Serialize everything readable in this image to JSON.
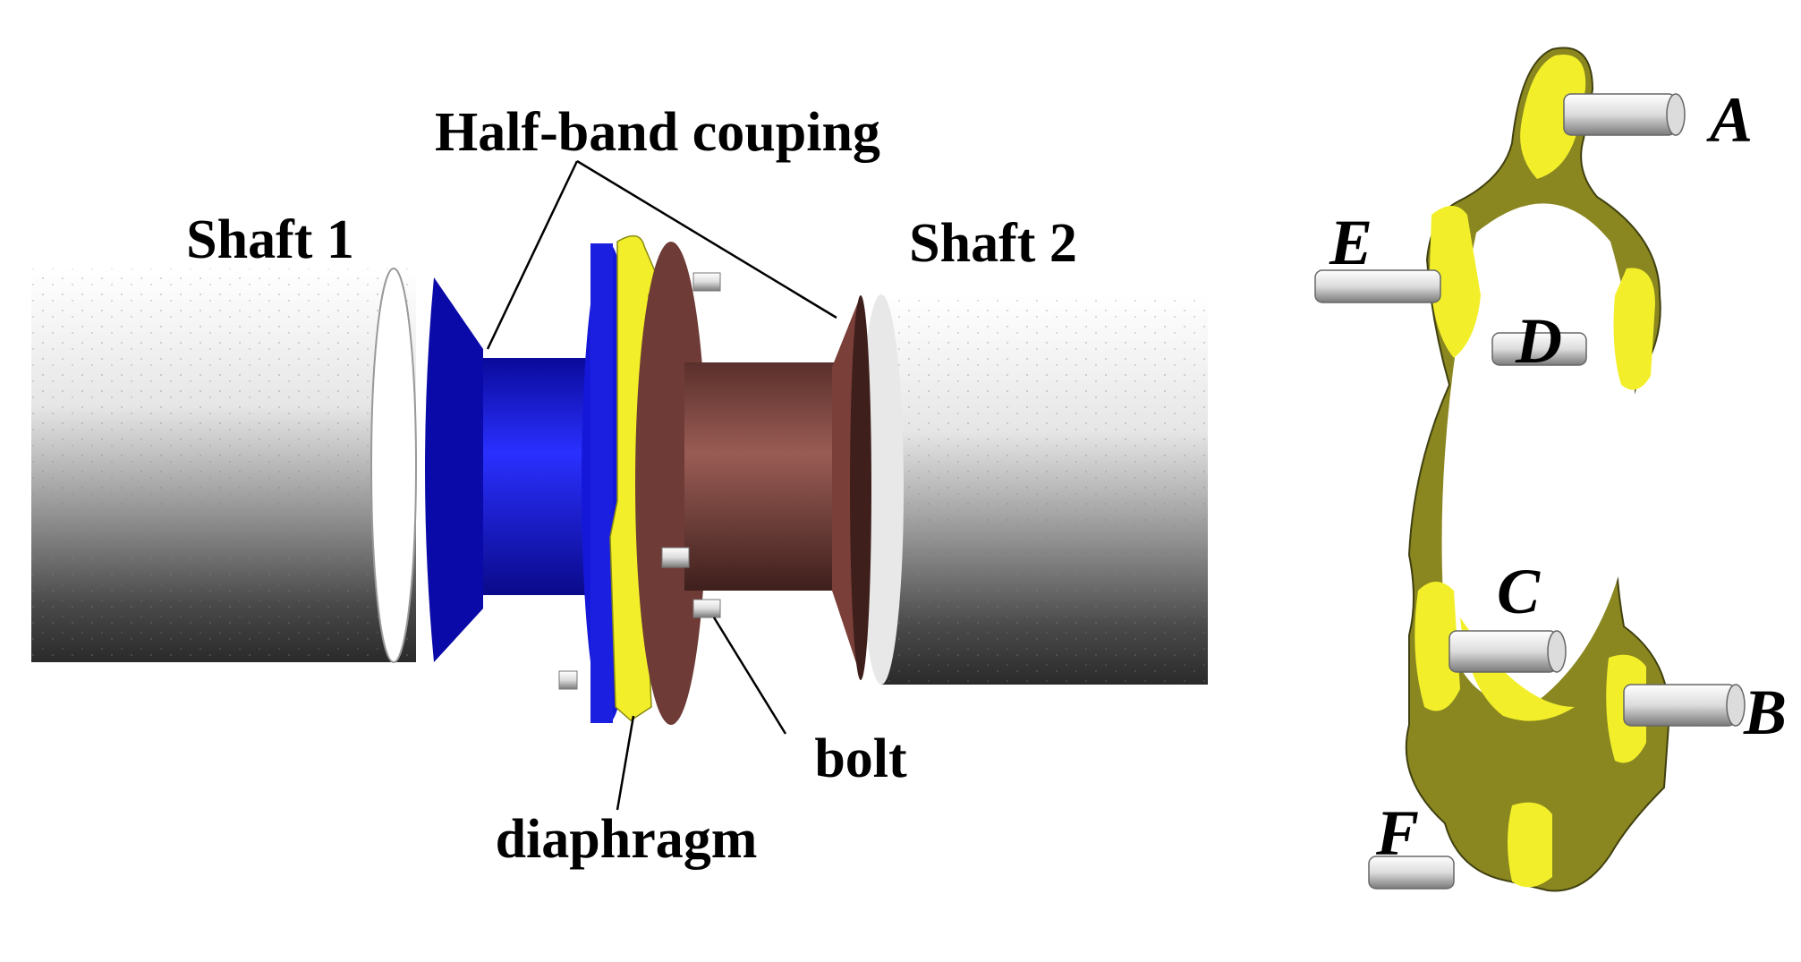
{
  "labels": {
    "half_band": "Half-band couping",
    "shaft1": "Shaft 1",
    "shaft2": "Shaft 2",
    "bolt": "bolt",
    "diaphragm": "diaphragm"
  },
  "points": {
    "a": "A",
    "b": "B",
    "c": "C",
    "d": "D",
    "e": "E",
    "f": "F"
  },
  "colors": {
    "left_half_coupling": "#1a1fe0",
    "right_half_coupling": "#6e3b36",
    "diaphragm": "#f2ef2a",
    "shaft": "#cfcfcf"
  }
}
